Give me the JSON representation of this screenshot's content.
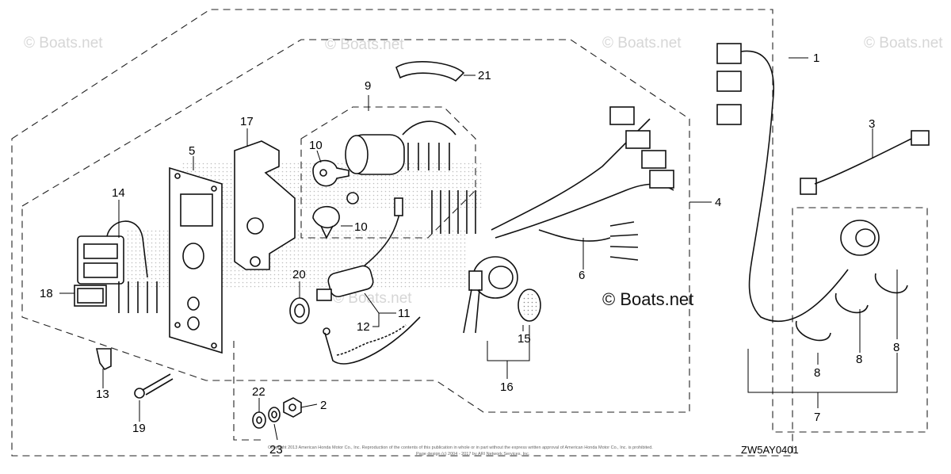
{
  "watermarks": {
    "faint": [
      "© Boats.net",
      "© Boats.net",
      "© Boats.net",
      "© Boats.net",
      "© Boats.net"
    ],
    "strong": "© Boats.net"
  },
  "diagram_code": "ZW5AY0401",
  "copyright_lines": [
    "Copyright 2013 American Honda Motor Co., Inc. Reproduction of the contents of this publication in whole or in part without the express written approval of American Honda Motor Co., Inc. is prohibited.",
    "Page design (c) 2004 - 2017 by ARI Network Services, Inc."
  ],
  "callouts": [
    "1",
    "2",
    "3",
    "4",
    "5",
    "6",
    "7",
    "8",
    "8",
    "8",
    "9",
    "10",
    "10",
    "11",
    "12",
    "13",
    "14",
    "15",
    "16",
    "17",
    "18",
    "19",
    "20",
    "21",
    "22",
    "23"
  ]
}
